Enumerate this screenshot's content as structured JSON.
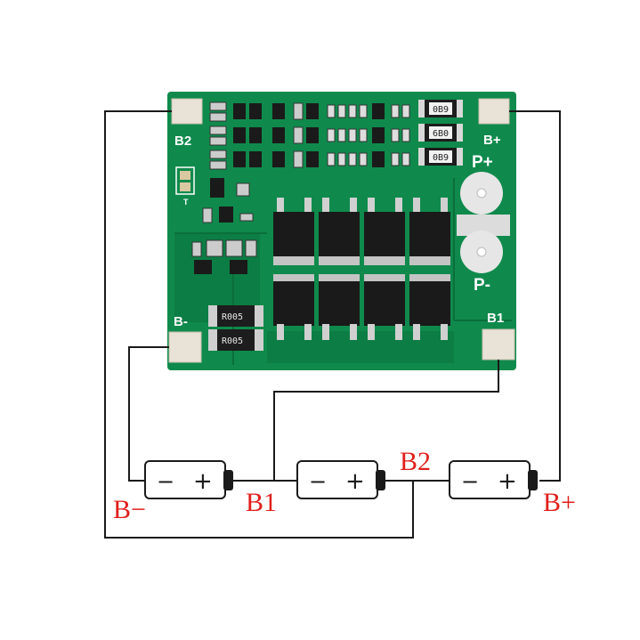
{
  "board": {
    "pads": {
      "b2": "B2",
      "bplus": "B+",
      "pplus": "P+",
      "pminus": "P-",
      "bminus": "B-",
      "b1": "B1"
    },
    "resistors": {
      "r1": "0B9",
      "r2": "6B0",
      "r3": "0B9"
    },
    "shunts": {
      "s1": "R005",
      "s2": "R005"
    },
    "silk_t": "T"
  },
  "batteries": [
    {
      "minus": "−",
      "plus": "+"
    },
    {
      "minus": "−",
      "plus": "+"
    },
    {
      "minus": "−",
      "plus": "+"
    }
  ],
  "labels": {
    "bminus": "B−",
    "b1": "B1",
    "b2": "B2",
    "bplus": "B+"
  },
  "colors": {
    "pcb": "#0f8a4c",
    "pcb_dark": "#0a6e3b",
    "pad": "#e9e2d6",
    "wire": "#1a1a1a",
    "label_red": "#e0201c"
  }
}
